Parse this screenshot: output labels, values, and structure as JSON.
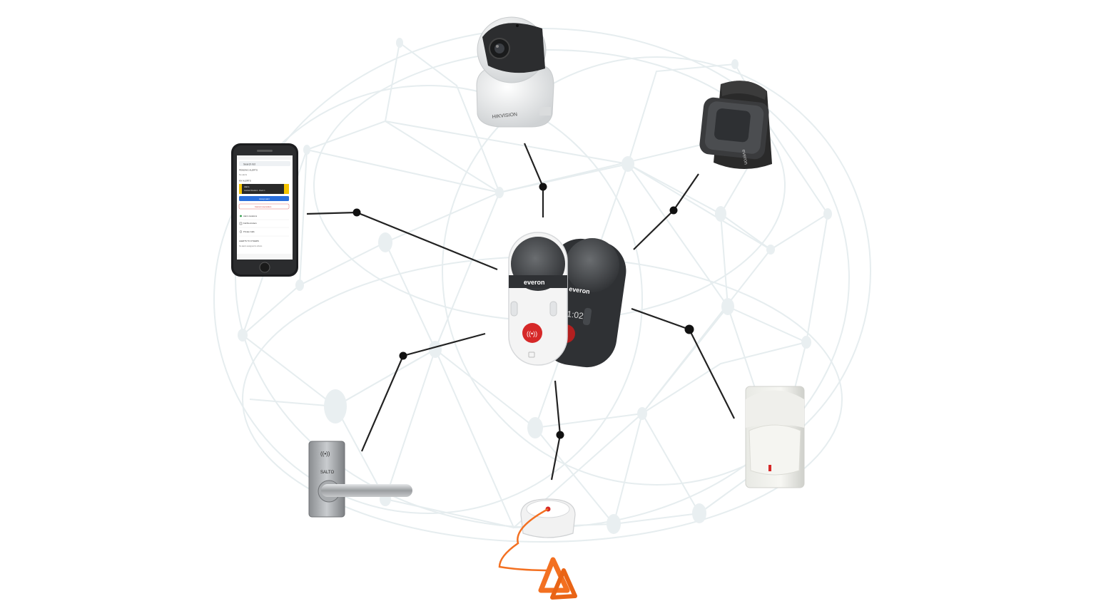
{
  "hub": {
    "white_unit_brand": "everon",
    "dark_unit_brand": "everon",
    "dark_unit_clock": "1:02"
  },
  "camera": {
    "brand": "HIKVISION"
  },
  "wristband": {
    "brand": "everon"
  },
  "door_lock": {
    "brand": "SALTO",
    "rfid_symbol": "((•))"
  },
  "phone": {
    "search_text": "Search list",
    "section_pending": "PENDING ALERTS",
    "no_alerts": "No alerts",
    "section_my_alerts": "MY ALERTS",
    "alert_title": "Alarm",
    "alert_subtitle": "Assisted Resident · Room 1",
    "primary_button": "Accept alert",
    "secondary_button": "Cancel reservation",
    "menu_1": "Alarm locations",
    "menu_2": "Fall Reminders",
    "menu_3": "Private Calls",
    "section_others": "ALERTS TO OTHERS",
    "others_empty": "No alerts assigned to others"
  },
  "colors": {
    "mesh": "#e8eef0",
    "connector": "#222222",
    "sos_red": "#d62828",
    "pull_cord_orange": "#f37021",
    "app_yellow": "#f5c400",
    "app_blue": "#2a6fdb"
  }
}
